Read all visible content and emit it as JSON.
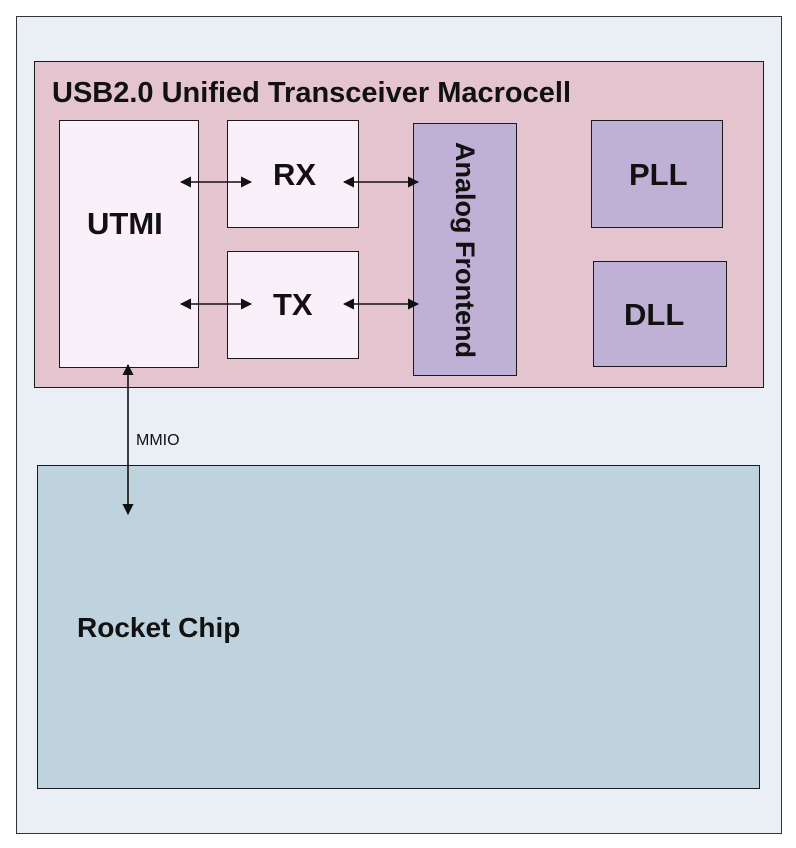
{
  "diagram": {
    "macrocell_title": "USB2.0 Unified Transceiver Macrocell",
    "blocks": {
      "utmi": "UTMI",
      "rx": "RX",
      "tx": "TX",
      "analog_frontend": "Analog Frontend",
      "pll": "PLL",
      "dll": "DLL",
      "rocket_chip": "Rocket Chip"
    },
    "connections": {
      "mmio": "MMIO"
    },
    "colors": {
      "background": "#eaeef5",
      "macrocell": "#e4c4cf",
      "light_block": "#faf0fa",
      "purple_block": "#bfb0d6",
      "rocket_chip": "#bfd3de"
    }
  }
}
